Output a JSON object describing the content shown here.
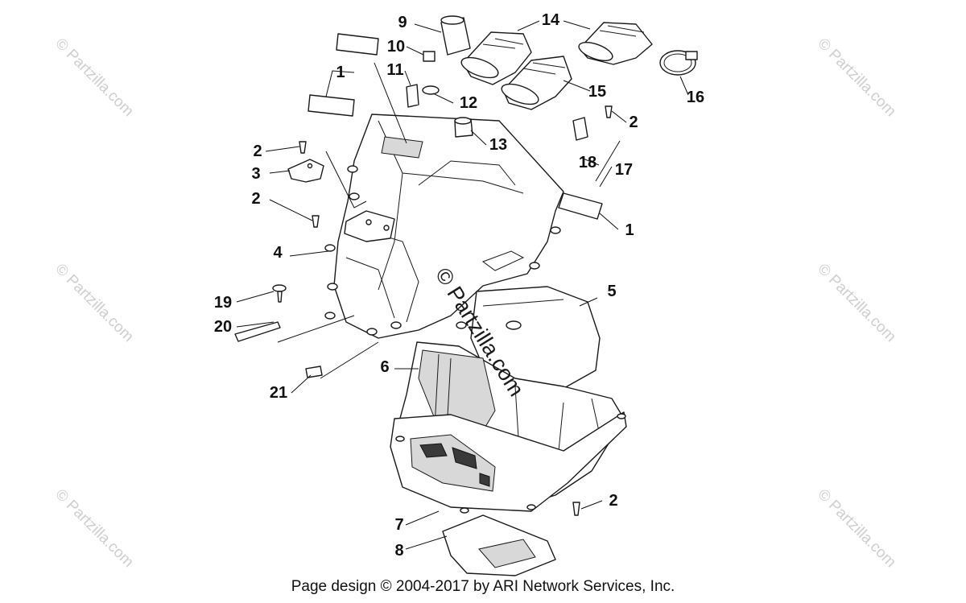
{
  "diagram": {
    "callouts": [
      {
        "id": "c1a",
        "label": "1"
      },
      {
        "id": "c1b",
        "label": "1"
      },
      {
        "id": "c2a",
        "label": "2"
      },
      {
        "id": "c2b",
        "label": "2"
      },
      {
        "id": "c2c",
        "label": "2"
      },
      {
        "id": "c2d",
        "label": "2"
      },
      {
        "id": "c3",
        "label": "3"
      },
      {
        "id": "c4",
        "label": "4"
      },
      {
        "id": "c5",
        "label": "5"
      },
      {
        "id": "c6",
        "label": "6"
      },
      {
        "id": "c7",
        "label": "7"
      },
      {
        "id": "c8",
        "label": "8"
      },
      {
        "id": "c9",
        "label": "9"
      },
      {
        "id": "c10",
        "label": "10"
      },
      {
        "id": "c11",
        "label": "11"
      },
      {
        "id": "c12",
        "label": "12"
      },
      {
        "id": "c13",
        "label": "13"
      },
      {
        "id": "c14",
        "label": "14"
      },
      {
        "id": "c15",
        "label": "15"
      },
      {
        "id": "c16",
        "label": "16"
      },
      {
        "id": "c17",
        "label": "17"
      },
      {
        "id": "c18",
        "label": "18"
      },
      {
        "id": "c19",
        "label": "19"
      },
      {
        "id": "c20",
        "label": "20"
      },
      {
        "id": "c21",
        "label": "21"
      }
    ]
  },
  "watermarks": {
    "side_text": "© Partzilla.com",
    "center_text": "© Partzilla.com"
  },
  "footer": {
    "text": "Page design © 2004-2017 by ARI Network Services, Inc."
  },
  "colors": {
    "line": "#1a1a1a",
    "watermark": "#cfcfcf",
    "background": "#ffffff"
  }
}
